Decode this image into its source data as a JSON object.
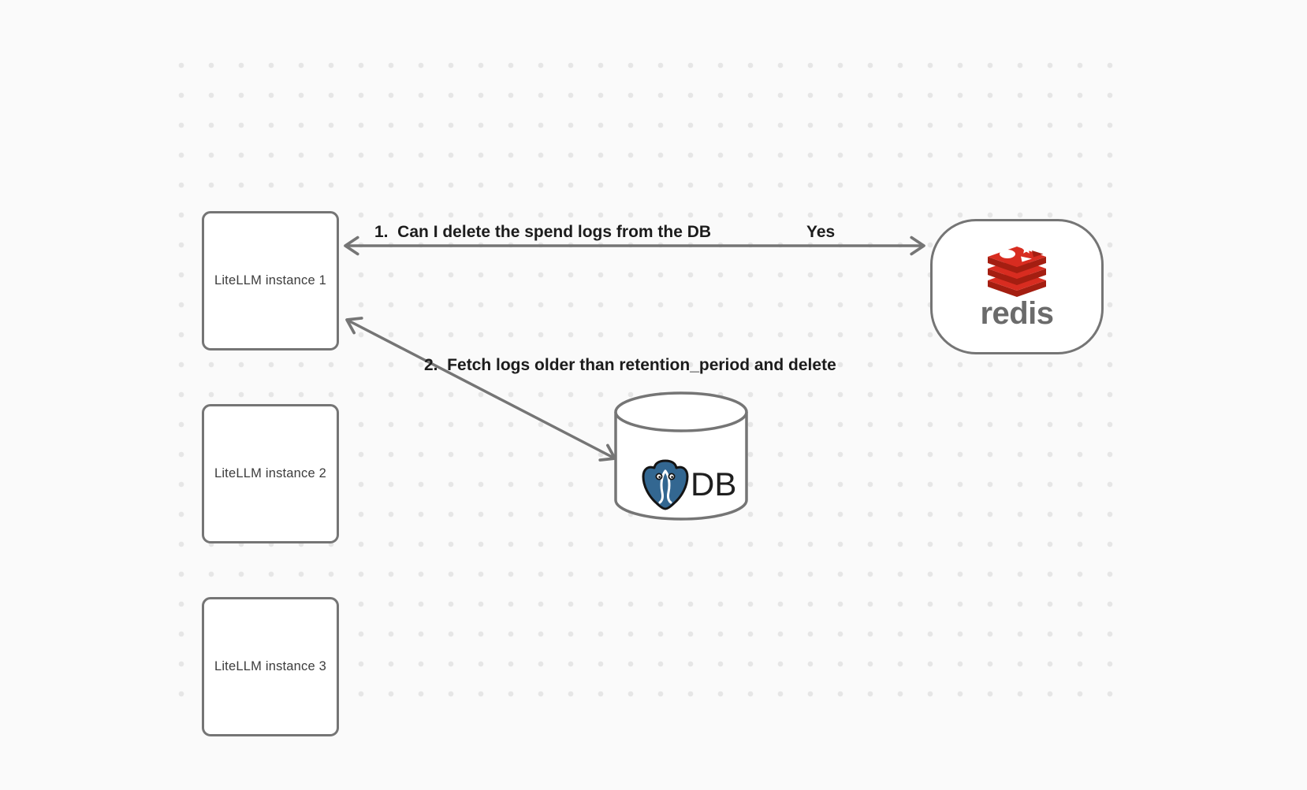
{
  "canvas": {
    "background_color": "#fafafa",
    "dot_grid_color": "#e6e6e6",
    "stroke_color": "#757575",
    "text_color": "#1c1c1c"
  },
  "nodes": {
    "litellm_instances": [
      {
        "label": "LiteLLM instance 1"
      },
      {
        "label": "LiteLLM instance 2"
      },
      {
        "label": "LiteLLM instance 3"
      }
    ],
    "redis": {
      "label": "redis",
      "logo": "redis-stack-logo",
      "logo_red": "#d82c20",
      "logo_dark_red": "#a41e11",
      "wordmark_color": "#6b6b6b"
    },
    "database": {
      "label": "DB",
      "logo": "postgresql-elephant-logo",
      "logo_blue": "#336791",
      "shape": "cylinder"
    }
  },
  "edges": [
    {
      "label": "1.  Can I delete the spend logs from the DB",
      "response": "Yes",
      "between": [
        "LiteLLM instance 1",
        "redis"
      ],
      "direction": "bidirectional"
    },
    {
      "label": "2.  Fetch logs older than retention_period and delete",
      "between": [
        "LiteLLM instance 1",
        "DB"
      ],
      "direction": "bidirectional"
    }
  ]
}
